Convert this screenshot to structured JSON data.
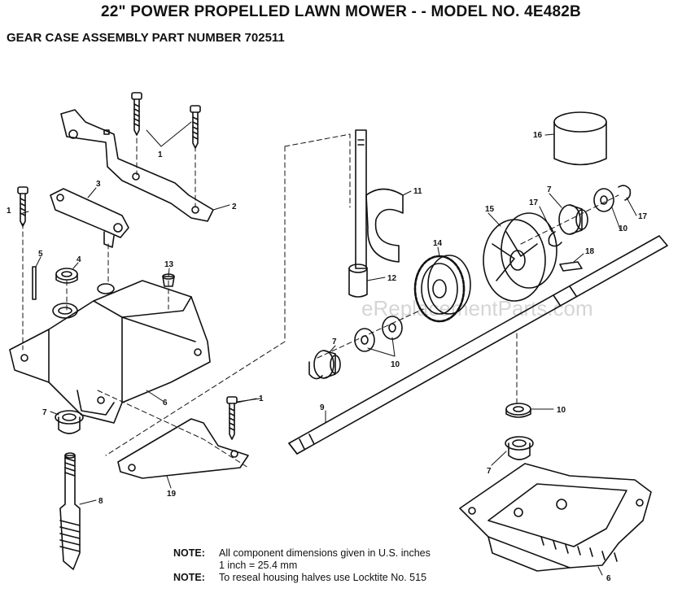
{
  "header": {
    "title": "22\" POWER PROPELLED LAWN MOWER - - MODEL NO. 4E482B",
    "subtitle": "GEAR CASE ASSEMBLY PART NUMBER 702511"
  },
  "watermark": "eReplacementParts.com",
  "callouts": {
    "c1a": "1",
    "c1b": "1",
    "c1c": "1",
    "c2": "2",
    "c3": "3",
    "c4": "4",
    "c5": "5",
    "c6a": "6",
    "c6b": "6",
    "c7a": "7",
    "c7b": "7",
    "c7c": "7",
    "c7d": "7",
    "c8": "8",
    "c9": "9",
    "c10a": "10",
    "c10b": "10",
    "c10c": "10",
    "c11": "11",
    "c12": "12",
    "c13": "13",
    "c14": "14",
    "c15": "15",
    "c16": "16",
    "c17a": "17",
    "c17b": "17",
    "c18": "18",
    "c19": "19"
  },
  "notes": {
    "label1": "NOTE:",
    "text1a": "All component dimensions given in U.S. inches",
    "text1b": "1 inch = 25.4 mm",
    "label2": "NOTE:",
    "text2": "To reseal housing halves use Locktite No. 515"
  }
}
